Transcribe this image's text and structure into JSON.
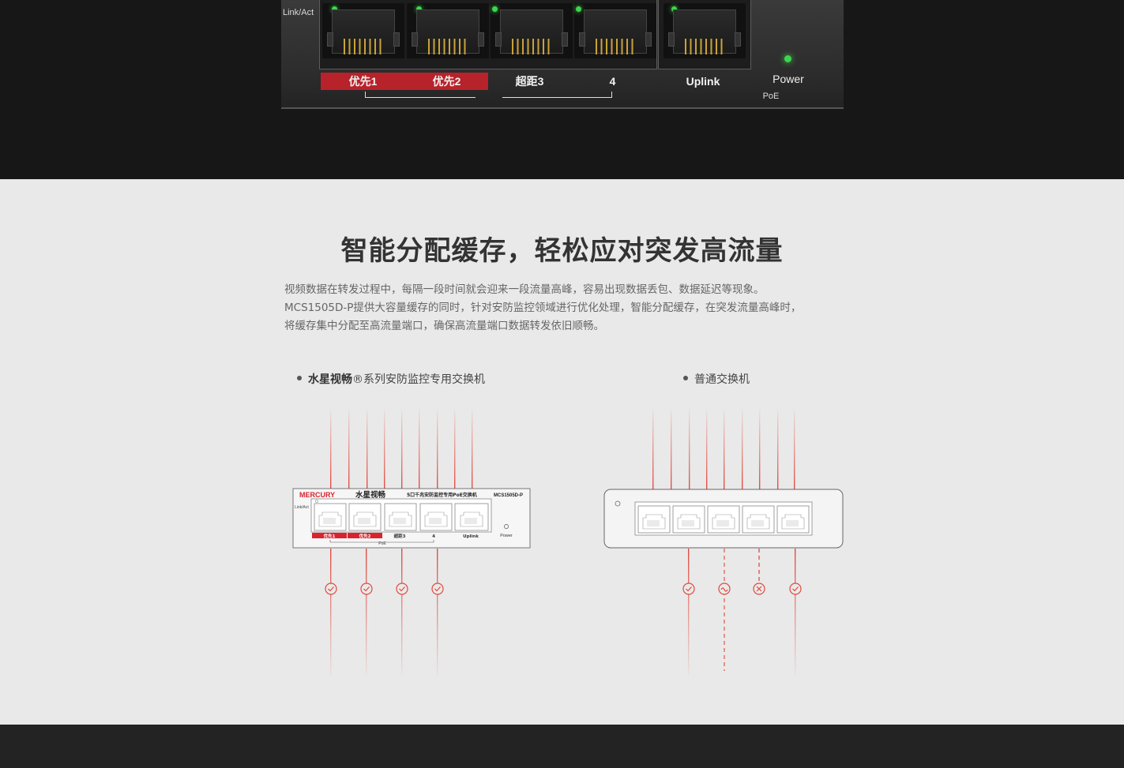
{
  "hero": {
    "link_act_label": "Link/Act",
    "ports": [
      {
        "label": "优先1",
        "highlight": true
      },
      {
        "label": "优先2",
        "highlight": true
      },
      {
        "label": "超距3",
        "highlight": false
      },
      {
        "label": "4",
        "highlight": false
      },
      {
        "label": "Uplink",
        "highlight": false
      }
    ],
    "poe_label": "PoE",
    "power_label": "Power",
    "accent_color": "#b8222a",
    "led_color": "#3dd64a"
  },
  "section": {
    "title": "智能分配缓存，轻松应对突发高流量",
    "description": [
      "视频数据在转发过程中，每隔一段时间就会迎来一段流量高峰，容易出现数据丢包、数据延迟等现象。",
      "MCS1505D-P提供大容量缓存的同时，针对安防监控领域进行优化处理，智能分配缓存，在突发流量高峰时，",
      "将缓存集中分配至高流量端口，确保高流量端口数据转发依旧顺畅。"
    ],
    "left_brand": "水星视畅",
    "left_label_suffix": "®系列安防监控专用交换机",
    "right_label": "普通交换机"
  },
  "left_device": {
    "logo": "MERCURY",
    "brand_cn": "水星视畅",
    "product_desc": "5口千兆安防监控专用PoE交换机",
    "model": "MCS1505D-P",
    "link_act": "Link/Act",
    "port_labels": [
      "优先1",
      "优先2",
      "超距3",
      "4",
      "Uplink"
    ],
    "poe": "PoE",
    "power": "Power"
  },
  "right_device": {
    "status_icons": [
      "check-icon",
      "wave-icon",
      "cross-icon",
      "check-icon"
    ]
  },
  "colors": {
    "line_red": "#e04a3f",
    "highlight_red": "#d9232e",
    "text_dark": "#333333"
  }
}
